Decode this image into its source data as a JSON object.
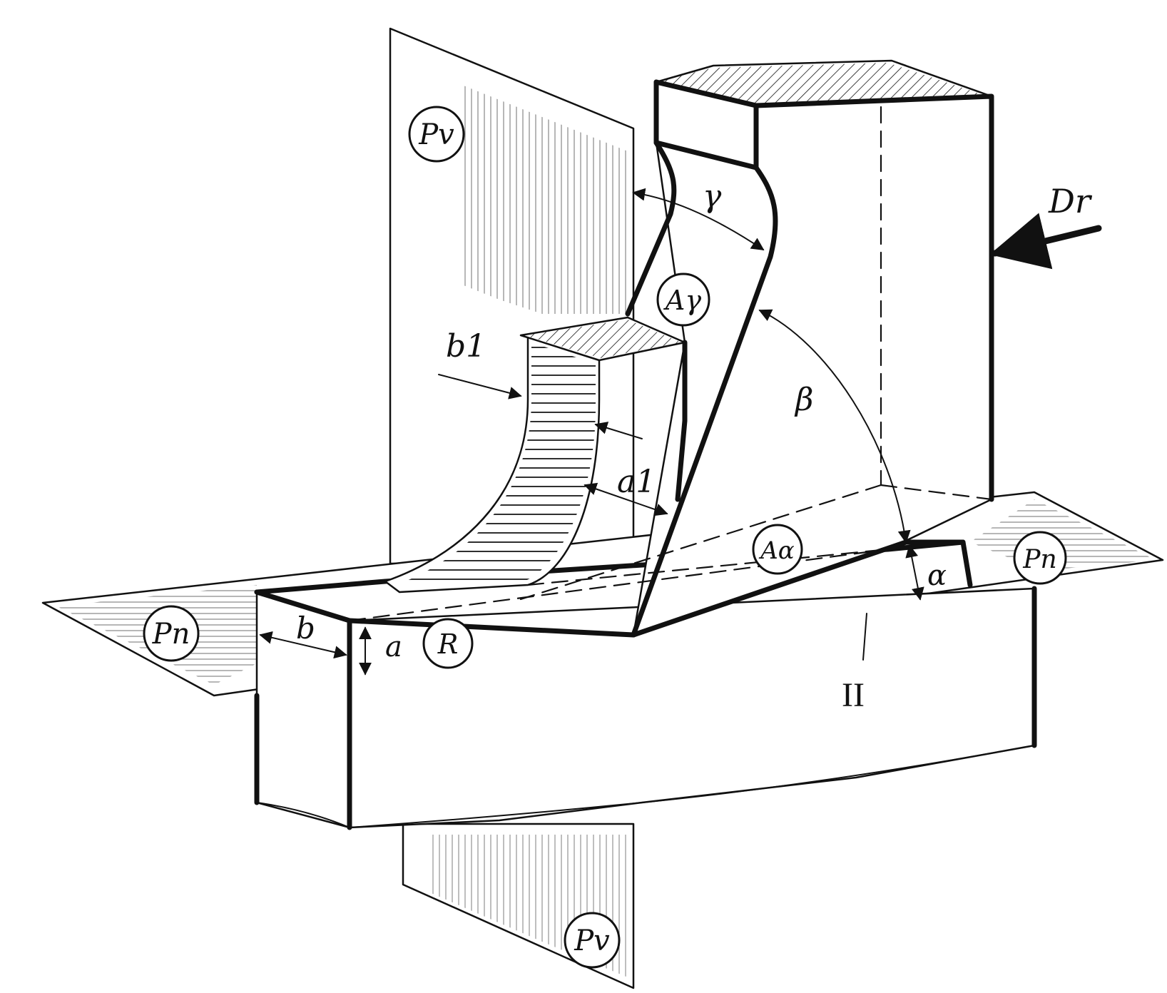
{
  "labels": {
    "pv_top": "Pv",
    "pv_bottom": "Pv",
    "pn_left": "Pn",
    "pn_right": "Pn",
    "a_gamma": "Aγ",
    "a_alpha": "Aα",
    "r": "R",
    "dr": "Dr",
    "gamma": "γ",
    "beta": "β",
    "alpha": "α",
    "b": "b",
    "b1": "b1",
    "a": "a",
    "a1": "a1",
    "ii": "II"
  },
  "colors": {
    "ink": "#111111",
    "paper": "#ffffff"
  }
}
